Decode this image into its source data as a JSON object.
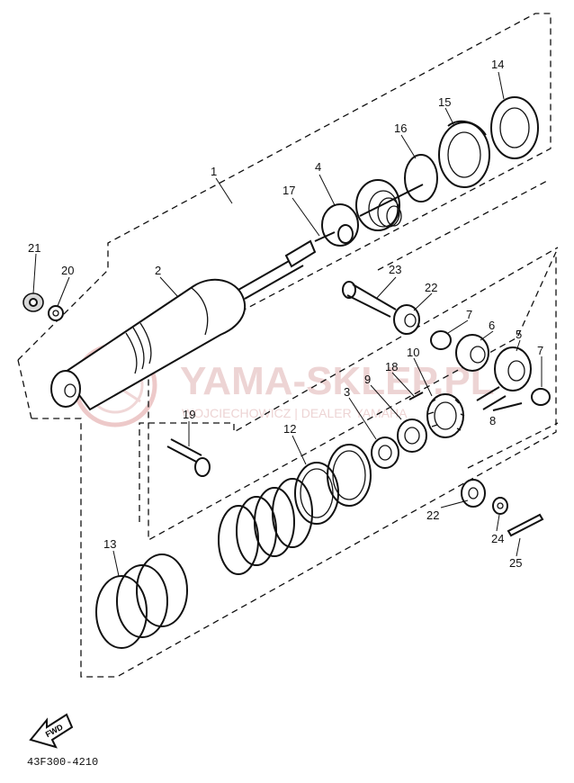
{
  "diagram": {
    "part_code": "43F300-4210",
    "fwd_label": "FWD",
    "watermark": {
      "brand": "YAMA-SKLEP.PL",
      "subtitle": "WOJCIECHOWICZ | DEALER YAMAHA"
    },
    "callouts": [
      {
        "id": "c1",
        "label": "1"
      },
      {
        "id": "c2",
        "label": "2"
      },
      {
        "id": "c3",
        "label": "3"
      },
      {
        "id": "c4",
        "label": "4"
      },
      {
        "id": "c5",
        "label": "5"
      },
      {
        "id": "c6",
        "label": "6"
      },
      {
        "id": "c7a",
        "label": "7"
      },
      {
        "id": "c7b",
        "label": "7"
      },
      {
        "id": "c8",
        "label": "8"
      },
      {
        "id": "c9",
        "label": "9"
      },
      {
        "id": "c10",
        "label": "10"
      },
      {
        "id": "c12",
        "label": "12"
      },
      {
        "id": "c13",
        "label": "13"
      },
      {
        "id": "c14",
        "label": "14"
      },
      {
        "id": "c15",
        "label": "15"
      },
      {
        "id": "c16",
        "label": "16"
      },
      {
        "id": "c17",
        "label": "17"
      },
      {
        "id": "c18",
        "label": "18"
      },
      {
        "id": "c19",
        "label": "19"
      },
      {
        "id": "c20",
        "label": "20"
      },
      {
        "id": "c21",
        "label": "21"
      },
      {
        "id": "c22a",
        "label": "22"
      },
      {
        "id": "c22b",
        "label": "22"
      },
      {
        "id": "c23",
        "label": "23"
      },
      {
        "id": "c24",
        "label": "24"
      },
      {
        "id": "c25",
        "label": "25"
      }
    ]
  }
}
